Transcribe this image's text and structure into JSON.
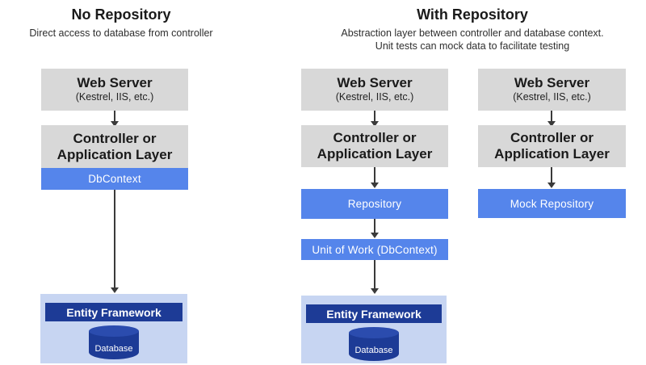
{
  "colors": {
    "gray_box": "#d8d8d8",
    "blue_box": "#5585eb",
    "light_container": "#c7d5f2",
    "navy": "#1d3b96",
    "arrow": "#3a3a3a",
    "title_text": "#1a1a1a",
    "white_text": "#ffffff"
  },
  "headers": {
    "left": {
      "title": "No Repository",
      "subtitle": "Direct access to database from controller"
    },
    "right": {
      "title": "With Repository",
      "subtitle_line1": "Abstraction layer between controller and database context.",
      "subtitle_line2": "Unit tests can mock data to facilitate testing"
    }
  },
  "boxes": {
    "web_server": {
      "title": "Web Server",
      "subtitle": "(Kestrel, IIS, etc.)"
    },
    "controller": {
      "line1": "Controller or",
      "line2": "Application Layer"
    },
    "dbcontext": {
      "label": "DbContext"
    },
    "repository": {
      "label": "Repository"
    },
    "unit_of_work": {
      "label": "Unit of Work (DbContext)"
    },
    "mock_repository": {
      "label": "Mock Repository"
    },
    "entity_framework": {
      "label": "Entity Framework"
    },
    "database": {
      "label": "Database"
    }
  }
}
